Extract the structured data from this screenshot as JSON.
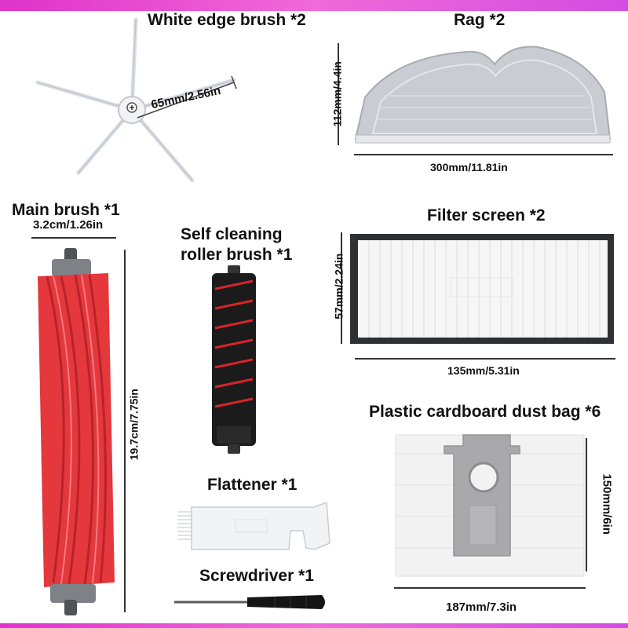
{
  "items": {
    "edge_brush": {
      "title": "White edge brush *2",
      "dimension": "65mm/2.56in"
    },
    "rag": {
      "title": "Rag *2",
      "height_dim": "112mm/4.4in",
      "width_dim": "300mm/11.81in"
    },
    "main_brush": {
      "title": "Main brush *1",
      "width_dim": "3.2cm/1.26in",
      "height_dim": "19.7cm/7.75in"
    },
    "roller_brush": {
      "title_line1": "Self cleaning",
      "title_line2": "roller brush *1"
    },
    "filter": {
      "title": "Filter screen *2",
      "height_dim": "57mm/2.24in",
      "width_dim": "135mm/5.31in"
    },
    "dust_bag": {
      "title": "Plastic cardboard dust bag *6",
      "height_dim": "150mm/6in",
      "width_dim": "187mm/7.3in"
    },
    "flattener": {
      "title": "Flattener *1"
    },
    "screwdriver": {
      "title": "Screwdriver *1"
    }
  },
  "colors": {
    "frame_accent": "#e033c9",
    "main_brush_red": "#e4383d",
    "roller_black": "#1b1b1b",
    "roller_red": "#d8232a",
    "bag_gray": "#a9a9ab"
  }
}
